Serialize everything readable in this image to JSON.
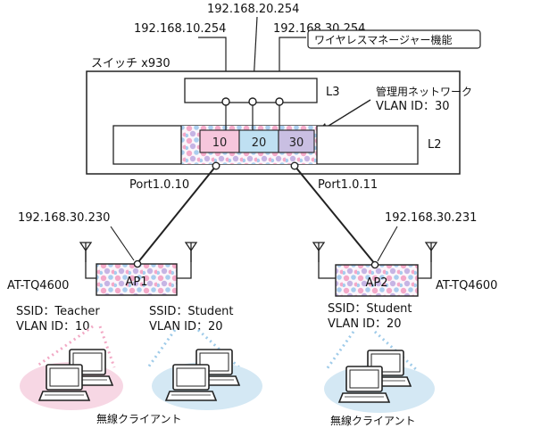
{
  "colors": {
    "line": "#222222",
    "vlan10": "#f6c6dc",
    "vlan20": "#bfe0f2",
    "vlan30": "#c9bfe2",
    "ellipse_pink": "#f7d7e4",
    "ellipse_blue": "#d4e8f4",
    "dots_pink": "#f4a9c9",
    "dots_blue": "#a9cdee",
    "dots_purple": "#c6b4e4"
  },
  "ip": {
    "vlan10": "192.168.10.254",
    "vlan20": "192.168.20.254",
    "vlan30": "192.168.30.254",
    "ap1": "192.168.30.230",
    "ap2": "192.168.30.231"
  },
  "wireless_manager_label": "ワイヤレスマネージャー機能",
  "switch": {
    "name": "スイッチ x930",
    "l3_label": "L3",
    "l2_label": "L2",
    "mgmt_network_label": "管理用ネットワーク",
    "mgmt_vlan_label": "VLAN ID：30",
    "vlans": [
      "10",
      "20",
      "30"
    ],
    "port_left": "Port1.0.10",
    "port_right": "Port1.0.11"
  },
  "ap1": {
    "label": "AP1",
    "model": "AT-TQ4600"
  },
  "ap2": {
    "label": "AP2",
    "model": "AT-TQ4600"
  },
  "groups": [
    {
      "ssid": "SSID：Teacher",
      "vlan": "VLAN ID：10",
      "client_label": "無線クライアント"
    },
    {
      "ssid": "SSID：Student",
      "vlan": "VLAN ID：20"
    },
    {
      "ssid": "SSID：Student",
      "vlan": "VLAN ID：20",
      "client_label": "無線クライアント"
    }
  ],
  "icons": [
    "antenna-icon",
    "laptop-icon",
    "wireless-signal-icon",
    "callout-arrow-icon"
  ]
}
